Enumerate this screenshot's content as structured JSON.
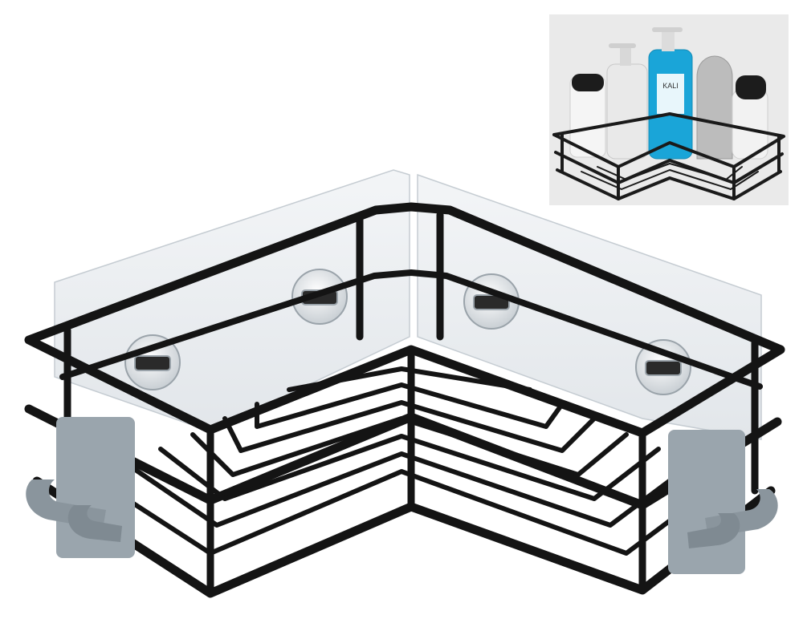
{
  "product": {
    "kind": "corner shower caddy",
    "frame_color": "#141414",
    "panel_color": "#eef1f4",
    "hook_color": "#9aa5ad",
    "suction_cups": 4,
    "hooks": 2
  },
  "inset": {
    "bottles": [
      {
        "kind": "black-cap-bottle",
        "body": "#f5f5f5",
        "cap": "#1c1c1c"
      },
      {
        "kind": "white-pump-bottle",
        "body": "#e9e9e9",
        "cap": "#d8d8d8"
      },
      {
        "kind": "blue-pump-bottle",
        "body": "#1aa5d8",
        "cap": "#dcdcdc"
      },
      {
        "kind": "silver-bottle",
        "body": "#bcbcbc",
        "cap": "#a0a0a0"
      },
      {
        "kind": "white-black-cap-bottle",
        "body": "#f2f2f2",
        "cap": "#1c1c1c"
      }
    ],
    "label_text": "KALI"
  }
}
